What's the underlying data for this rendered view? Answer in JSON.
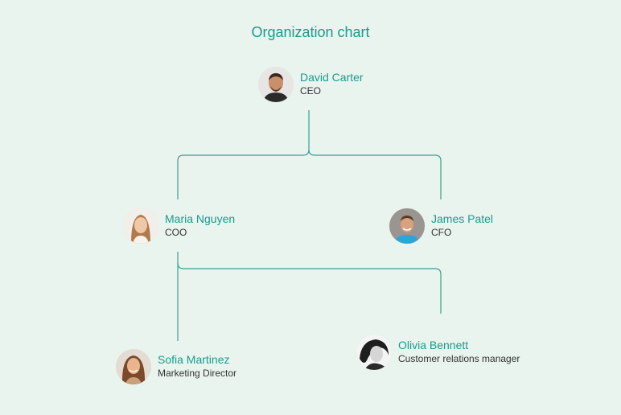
{
  "title": "Organization chart",
  "colors": {
    "background": "#e9f4ee",
    "accent": "#1a9a8c",
    "line": "#3a9e92",
    "role_text": "#333333"
  },
  "nodes": {
    "ceo": {
      "name": "David Carter",
      "role": "CEO"
    },
    "coo": {
      "name": "Maria Nguyen",
      "role": "COO"
    },
    "cfo": {
      "name": "James Patel",
      "role": "CFO"
    },
    "marketing": {
      "name": "Sofia Martinez",
      "role": "Marketing Director"
    },
    "customer": {
      "name": "Olivia Bennett",
      "role": "Customer relations manager"
    }
  }
}
